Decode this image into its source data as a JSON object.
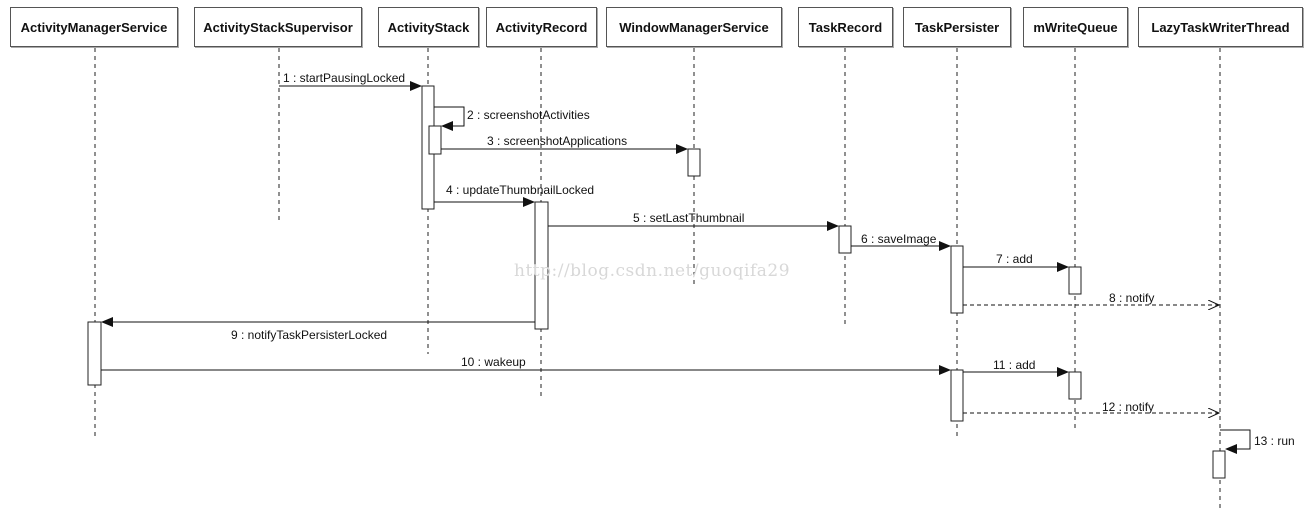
{
  "participants": [
    {
      "id": "ams",
      "label": "ActivityManagerService"
    },
    {
      "id": "ass",
      "label": "ActivityStackSupervisor"
    },
    {
      "id": "as",
      "label": "ActivityStack"
    },
    {
      "id": "ar",
      "label": "ActivityRecord"
    },
    {
      "id": "wms",
      "label": "WindowManagerService"
    },
    {
      "id": "tr",
      "label": "TaskRecord"
    },
    {
      "id": "tp",
      "label": "TaskPersister"
    },
    {
      "id": "wq",
      "label": "mWriteQueue"
    },
    {
      "id": "lt",
      "label": "LazyTaskWriterThread"
    }
  ],
  "messages": [
    {
      "from": "ass",
      "to": "as",
      "label": "1 : startPausingLocked",
      "kind": "sync"
    },
    {
      "from": "as",
      "to": "as",
      "label": "2 : screenshotActivities",
      "kind": "self"
    },
    {
      "from": "as",
      "to": "wms",
      "label": "3 : screenshotApplications",
      "kind": "sync"
    },
    {
      "from": "as",
      "to": "ar",
      "label": "4 : updateThumbnailLocked",
      "kind": "sync"
    },
    {
      "from": "ar",
      "to": "tr",
      "label": "5 : setLastThumbnail",
      "kind": "sync"
    },
    {
      "from": "tr",
      "to": "tp",
      "label": "6 : saveImage",
      "kind": "sync"
    },
    {
      "from": "tp",
      "to": "wq",
      "label": "7 : add",
      "kind": "sync"
    },
    {
      "from": "tp",
      "to": "lt",
      "label": "8 : notify",
      "kind": "async"
    },
    {
      "from": "ar",
      "to": "ams",
      "label": "9 : notifyTaskPersisterLocked",
      "kind": "sync"
    },
    {
      "from": "ams",
      "to": "tp",
      "label": "10 : wakeup",
      "kind": "sync"
    },
    {
      "from": "tp",
      "to": "wq",
      "label": "11 : add",
      "kind": "sync"
    },
    {
      "from": "tp",
      "to": "lt",
      "label": "12 : notify",
      "kind": "async"
    },
    {
      "from": "lt",
      "to": "lt",
      "label": "13 : run",
      "kind": "self"
    }
  ],
  "watermark": "http://blog.csdn.net/guoqifa29"
}
